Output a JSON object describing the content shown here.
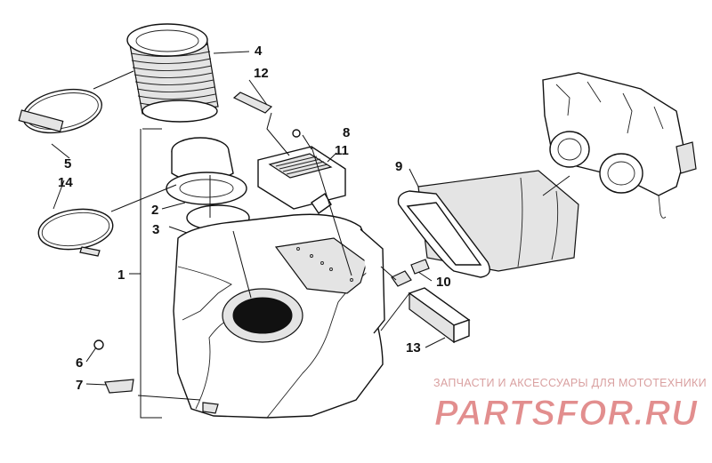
{
  "callouts": [
    "1",
    "2",
    "3",
    "4",
    "5",
    "6",
    "7",
    "8",
    "9",
    "10",
    "11",
    "12",
    "13",
    "14"
  ],
  "watermark": {
    "tagline": "ЗАПЧАСТИ И АКСЕССУАРЫ ДЛЯ МОТОТЕХНИКИ",
    "logo_text": "PARTSFOR.RU",
    "color": "#cc3333"
  }
}
